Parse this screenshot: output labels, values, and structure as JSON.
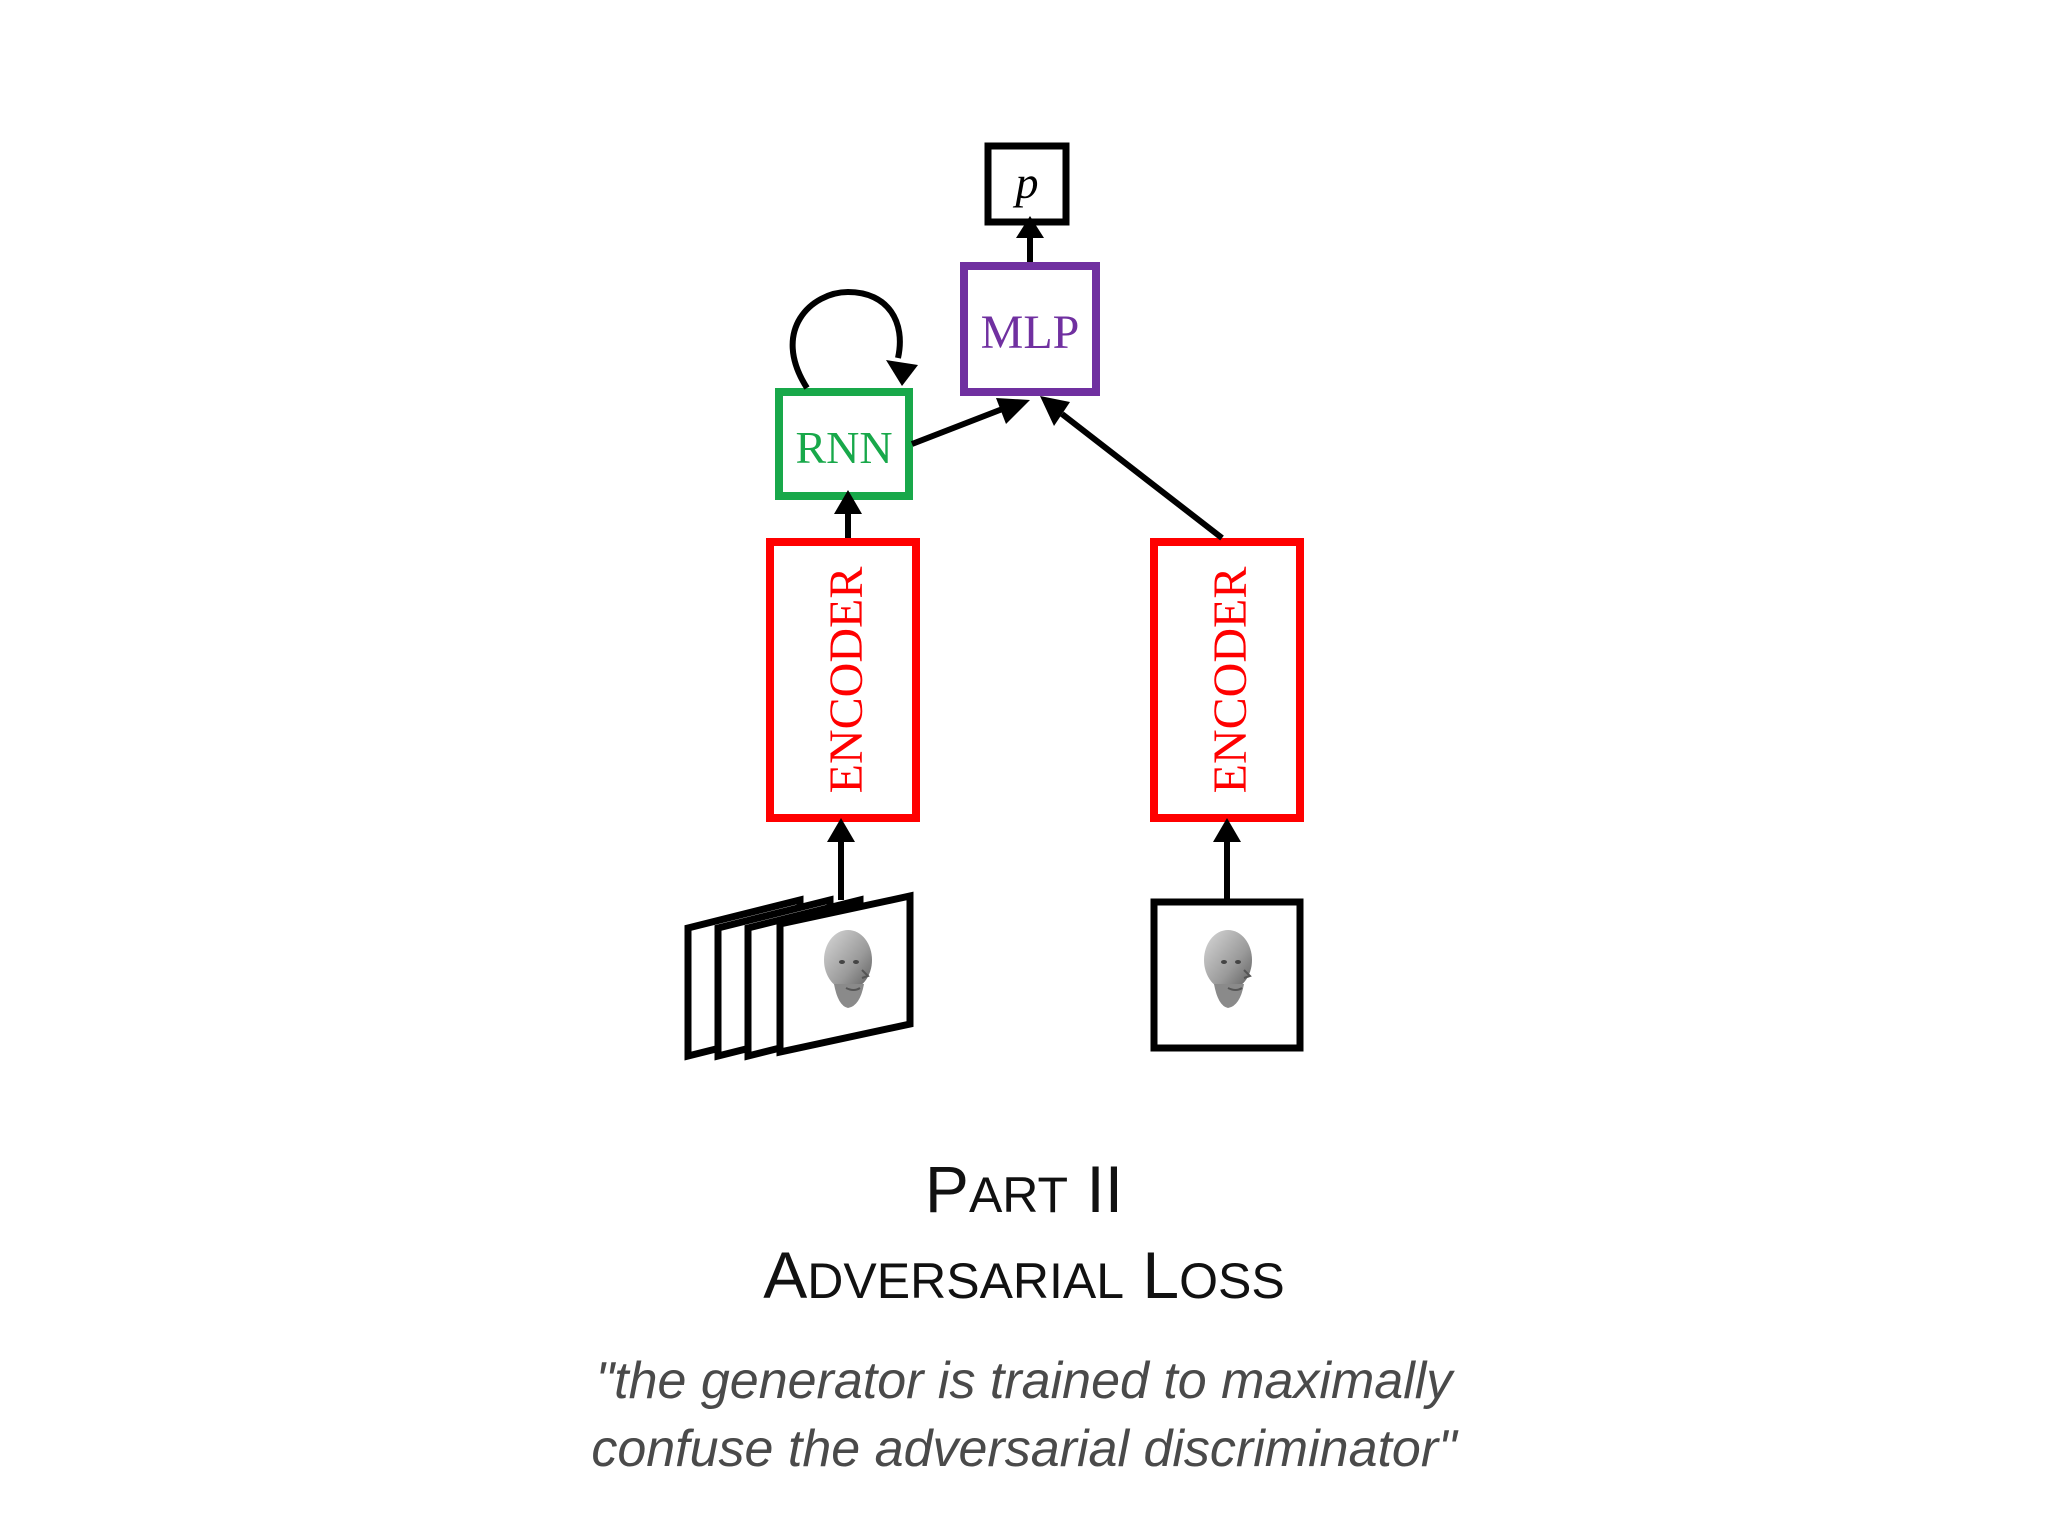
{
  "diagram": {
    "output_label": "p",
    "mlp_label": "MLP",
    "rnn_label": "RNN",
    "encoder_left_label": "ENCODER",
    "encoder_right_label": "ENCODER"
  },
  "colors": {
    "mlp": "#7030a0",
    "rnn": "#18a84a",
    "encoder": "#ff0000",
    "line": "#000000"
  },
  "icons": {
    "frame_sequence": "face-frame-stack-icon",
    "single_frame": "face-frame-icon"
  },
  "title": {
    "line1_cap": "P",
    "line1_rest": "ART",
    "line1_num": " II",
    "line2_word1_cap": "A",
    "line2_word1_rest": "DVERSARIAL",
    "line2_word2_cap": " L",
    "line2_word2_rest": "OSS"
  },
  "quote": {
    "line1": "\"the generator is trained to maximally",
    "line2": "confuse the adversarial discriminator\""
  }
}
